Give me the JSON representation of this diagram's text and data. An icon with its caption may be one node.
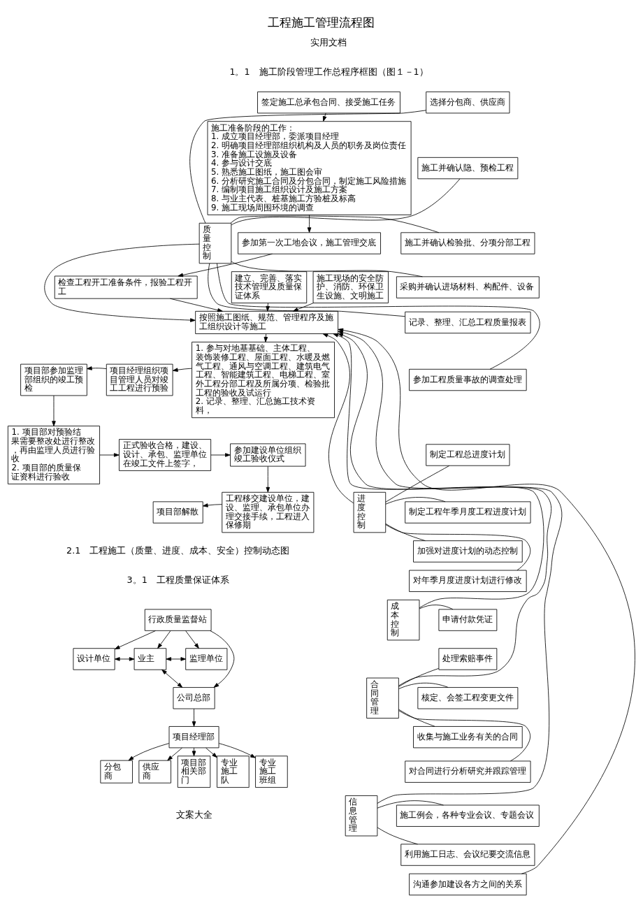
{
  "diagram": {
    "title": "工程施工管理流程图",
    "nodes": [
      {
        "text": [
          "签定施工总承包合同、接受施工任务"
        ]
      },
      {
        "text": [
          "施工准备阶段的工作：",
          "1. 成立项目经理部，委派项目经理",
          "2. 明确项目经理部组织机构及人员的职务及岗位责任",
          "3. 准备施工设施及设备",
          "4. 参与设计交底",
          "5. 熟悉施工图纸，施工图会审",
          "6. 分析研究施工合同及分包合同，制定施工风险措施",
          "7. 编制项目施工组织设计及施工方案",
          "8. 与业主代表、桩基施工方验桩及标高",
          "9. 施工现场周围环境的调查"
        ]
      },
      {
        "text": [
          "参加第一次工地会议，施工管理交底"
        ]
      },
      {
        "text": [
          "检查工程开工准备条件，报验工程开工"
        ]
      },
      {
        "text": [
          "建立、完善、落实技术管理及质量保证体系"
        ]
      },
      {
        "text": [
          "施工现场的安全防护、消防、环保卫生设施、文明施工"
        ]
      },
      {
        "text": [
          "按照施工图纸、规范、管理程序及施工组织设计等施工"
        ]
      },
      {
        "text": [
          "1. 参与对地基基础、主体工程、装饰装修工程、屋面工程、水暖及燃气工程、通风与空调工程、建筑电气工程、智能建筑工程、电梯工程、室外工程分部工程及所属分项、检验批工程的验收及试运行",
          "2. 记录、整理、汇总施工技术资料，"
        ]
      },
      {
        "text": [
          "项目经理组织项目管理人员对竣工工程进行预验"
        ]
      },
      {
        "text": [
          "项目部参加监理部组织的竣工预检"
        ]
      },
      {
        "text": [
          "1. 项目部对预验结果需要整改处进行整改，再由监理人员进行验收",
          "2. 项目部的质量保证资料进行验收"
        ]
      },
      {
        "text": [
          "正式验收合格，建设、设计、承包、监理单位在竣工文件上签字，"
        ]
      },
      {
        "text": [
          "参加建设单位组织竣工验收仪式"
        ]
      },
      {
        "text": [
          "工程移交建设单位，建设、监理、承包单位办理交接手续，工程进入保修期"
        ]
      },
      {
        "text": [
          "项目部解散"
        ]
      },
      {
        "text": [
          "质量控制"
        ]
      },
      {
        "text": [
          "选择分包商、供应商"
        ]
      },
      {
        "text": [
          "施工并确认隐、预检工程"
        ]
      },
      {
        "text": [
          "施工并确认检验批、分项分部工程"
        ]
      },
      {
        "text": [
          "采购并确认进场材料、构配件、设备"
        ]
      },
      {
        "text": [
          "记录、整理、汇总工程质量报表"
        ]
      },
      {
        "text": [
          "参加工程质量事故的调查处理"
        ]
      },
      {
        "text": [
          "进度控制"
        ]
      },
      {
        "text": [
          "制定工程总进度计划"
        ]
      },
      {
        "text": [
          "制定工程年季月度工程进度计划"
        ]
      },
      {
        "text": [
          "加强对进度计划的动态控制"
        ]
      },
      {
        "text": [
          "对年季月度进度计划进行修改"
        ]
      },
      {
        "text": [
          "成本控制"
        ]
      },
      {
        "text": [
          "申请付款凭证"
        ]
      },
      {
        "text": [
          "合同管理"
        ]
      },
      {
        "text": [
          "处理索赔事件"
        ]
      },
      {
        "text": [
          "核定、会签工程变更文件"
        ]
      },
      {
        "text": [
          "收集与施工业务有关的合同"
        ]
      },
      {
        "text": [
          "对合同进行分析研究并跟踪管理"
        ]
      },
      {
        "text": [
          "信息管理"
        ]
      },
      {
        "text": [
          "施工例会，各种专业会议、专题会议"
        ]
      },
      {
        "text": [
          "利用施工日志、会议纪要交流信息"
        ]
      },
      {
        "text": [
          "沟通参加建设各方之间的关系"
        ]
      },
      {
        "text": [
          "行政质量监督站"
        ]
      },
      {
        "text": [
          "设计单位"
        ]
      },
      {
        "text": [
          "业主"
        ]
      },
      {
        "text": [
          "监理单位"
        ]
      },
      {
        "text": [
          "公司总部"
        ]
      },
      {
        "text": [
          "项目经理部"
        ]
      },
      {
        "text": [
          "项目部相关部门"
        ]
      },
      {
        "text": [
          "专业施工队"
        ]
      },
      {
        "text": [
          "专业施工班组"
        ]
      },
      {
        "text": [
          "分包商"
        ]
      },
      {
        "text": [
          "供应商"
        ]
      }
    ],
    "edges": [
      {
        "from": 0,
        "to": 1,
        "arrow": "to"
      },
      {
        "from": 1,
        "to": 2,
        "arrow": "to"
      },
      {
        "from": 2,
        "to": 3,
        "arrow": "to"
      },
      {
        "from": 3,
        "to": 6,
        "arrow": "to"
      },
      {
        "from": 4,
        "to": 6,
        "arrow": "to"
      },
      {
        "from": 5,
        "to": 6,
        "arrow": "to"
      },
      {
        "from": 15,
        "to": 6,
        "arrow": "to"
      },
      {
        "from": 22,
        "to": 6,
        "arrow": "to"
      },
      {
        "from": 27,
        "to": 6,
        "arrow": "to"
      },
      {
        "from": 29,
        "to": 6,
        "arrow": "to"
      },
      {
        "from": 34,
        "to": 6,
        "arrow": "to"
      },
      {
        "from": 37,
        "to": 6,
        "arrow": "to"
      },
      {
        "from": 6,
        "to": 7,
        "arrow": "to"
      },
      {
        "from": 7,
        "to": 8,
        "arrow": "to"
      },
      {
        "from": 8,
        "to": 9,
        "arrow": "to"
      },
      {
        "from": 9,
        "to": 10,
        "arrow": "to"
      },
      {
        "from": 10,
        "to": 11,
        "arrow": "to"
      },
      {
        "from": 11,
        "to": 12,
        "arrow": "to"
      },
      {
        "from": 12,
        "to": 13,
        "arrow": "to"
      },
      {
        "from": 13,
        "to": 14,
        "arrow": "to"
      },
      {
        "from": 15,
        "to": 16,
        "arrow": "none"
      },
      {
        "from": 15,
        "to": 17,
        "arrow": "none"
      },
      {
        "from": 15,
        "to": 18,
        "arrow": "none"
      },
      {
        "from": 15,
        "to": 19,
        "arrow": "none"
      },
      {
        "from": 15,
        "to": 20,
        "arrow": "none"
      },
      {
        "from": 15,
        "to": 21,
        "arrow": "none"
      },
      {
        "from": 22,
        "to": 23,
        "arrow": "none"
      },
      {
        "from": 22,
        "to": 24,
        "arrow": "none"
      },
      {
        "from": 22,
        "to": 25,
        "arrow": "none"
      },
      {
        "from": 22,
        "to": 26,
        "arrow": "none"
      },
      {
        "from": 27,
        "to": 28,
        "arrow": "none"
      },
      {
        "from": 29,
        "to": 30,
        "arrow": "none"
      },
      {
        "from": 29,
        "to": 31,
        "arrow": "none"
      },
      {
        "from": 29,
        "to": 32,
        "arrow": "none"
      },
      {
        "from": 29,
        "to": 33,
        "arrow": "none"
      },
      {
        "from": 34,
        "to": 35,
        "arrow": "none"
      },
      {
        "from": 34,
        "to": 36,
        "arrow": "none"
      },
      {
        "from": 38,
        "to": 39,
        "arrow": "to"
      },
      {
        "from": 38,
        "to": 40,
        "arrow": "to"
      },
      {
        "from": 38,
        "to": 41,
        "arrow": "to"
      },
      {
        "from": 38,
        "to": 42,
        "arrow": "to"
      },
      {
        "from": 39,
        "to": 40,
        "arrow": "both"
      },
      {
        "from": 40,
        "to": 41,
        "arrow": "both"
      },
      {
        "from": 40,
        "to": 42,
        "arrow": "both"
      },
      {
        "from": 42,
        "to": 43,
        "arrow": "to"
      },
      {
        "from": 43,
        "to": 44,
        "arrow": "to"
      },
      {
        "from": 43,
        "to": 45,
        "arrow": "to"
      },
      {
        "from": 43,
        "to": 46,
        "arrow": "to"
      },
      {
        "from": 43,
        "to": 47,
        "arrow": "to"
      },
      {
        "from": 43,
        "to": 48,
        "arrow": "to"
      }
    ],
    "labels": [
      "实用文档",
      "1。1　施工阶段管理工作总程序框图（图１－1）",
      "2.1　工程施工（质量、进度、成本、安全）控制动态图",
      "3。1　工程质量保证体系",
      "文案大全"
    ]
  }
}
